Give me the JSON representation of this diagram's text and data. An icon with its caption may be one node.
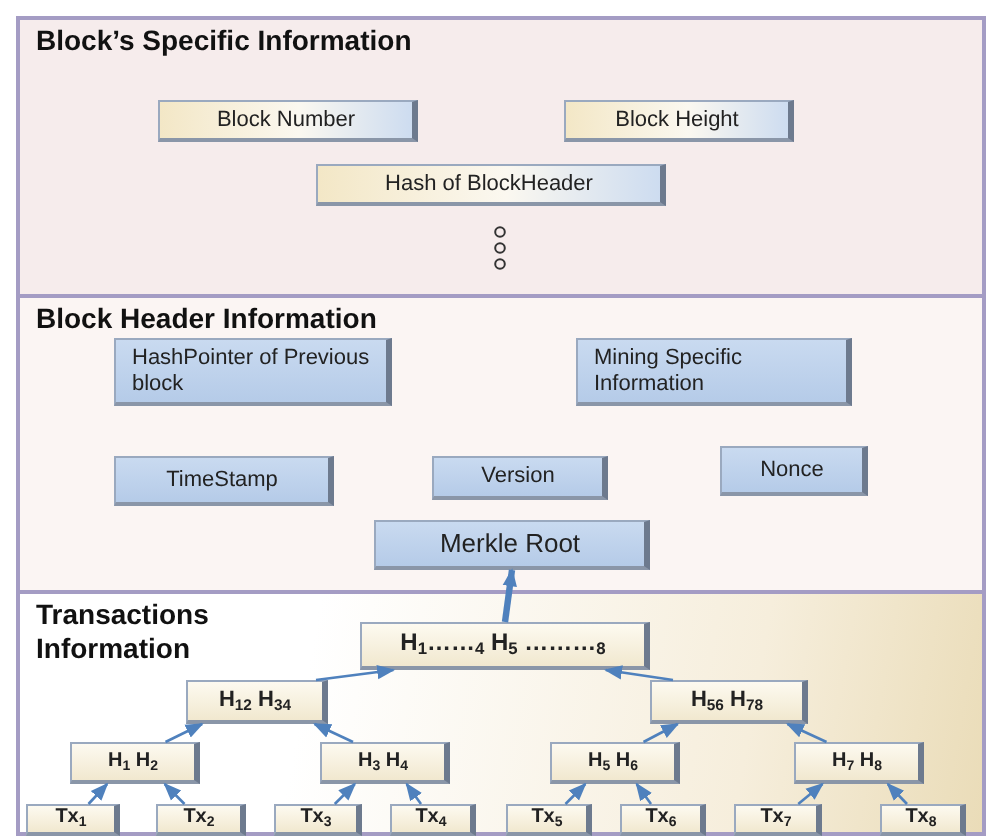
{
  "diagram": {
    "nodes": [
      {
        "text": [
          "Block’s Specific Information"
        ]
      },
      {
        "text": [
          "Block Number"
        ],
        "in": 0
      },
      {
        "text": [
          "Block Height"
        ],
        "in": 0
      },
      {
        "text": [
          "Hash of BlockHeader"
        ],
        "in": 0
      },
      {
        "text": [
          "Block Header Information"
        ]
      },
      {
        "text": [
          "HashPointer of Previous block"
        ],
        "in": 4
      },
      {
        "text": [
          "Mining  Specific Information"
        ],
        "in": 4
      },
      {
        "text": [
          "TimeStamp"
        ],
        "in": 4
      },
      {
        "text": [
          "Version"
        ],
        "in": 4
      },
      {
        "text": [
          "Nonce"
        ],
        "in": 4
      },
      {
        "text": [
          "Merkle Root"
        ],
        "in": 4
      },
      {
        "text": [
          "Transactions Information"
        ]
      },
      {
        "text": [
          "H$_{1}$……$_{4}$ H$_{5}$ ………$_{8}$"
        ],
        "in": 11
      },
      {
        "text": [
          "H$_{12}$ H$_{34}$"
        ],
        "in": 11
      },
      {
        "text": [
          "H$_{56}$ H$_{78}$"
        ],
        "in": 11
      },
      {
        "text": [
          "H$_{1}$ H$_{2}$"
        ],
        "in": 11
      },
      {
        "text": [
          "H$_{3}$ H$_{4}$"
        ],
        "in": 11
      },
      {
        "text": [
          "H$_{5}$ H$_{6}$"
        ],
        "in": 11
      },
      {
        "text": [
          "H$_{7}$ H$_{8}$"
        ],
        "in": 11
      },
      {
        "text": [
          "Tx$_{1}$"
        ],
        "in": 11
      },
      {
        "text": [
          "Tx$_{2}$"
        ],
        "in": 11
      },
      {
        "text": [
          "Tx$_{3}$"
        ],
        "in": 11
      },
      {
        "text": [
          "Tx$_{4}$"
        ],
        "in": 11
      },
      {
        "text": [
          "Tx$_{5}$"
        ],
        "in": 11
      },
      {
        "text": [
          "Tx$_{6}$"
        ],
        "in": 11
      },
      {
        "text": [
          "Tx$_{7}$"
        ],
        "in": 11
      },
      {
        "text": [
          "Tx$_{8}$"
        ],
        "in": 11
      }
    ],
    "edges": [
      {
        "from": 12,
        "to": 10,
        "arrow": "to",
        "style": "thick"
      },
      {
        "from": 13,
        "to": 12,
        "arrow": "to"
      },
      {
        "from": 14,
        "to": 12,
        "arrow": "to"
      },
      {
        "from": 15,
        "to": 13,
        "arrow": "to"
      },
      {
        "from": 16,
        "to": 13,
        "arrow": "to"
      },
      {
        "from": 17,
        "to": 14,
        "arrow": "to"
      },
      {
        "from": 18,
        "to": 14,
        "arrow": "to"
      },
      {
        "from": 19,
        "to": 15,
        "arrow": "to"
      },
      {
        "from": 20,
        "to": 15,
        "arrow": "to"
      },
      {
        "from": 21,
        "to": 16,
        "arrow": "to"
      },
      {
        "from": 22,
        "to": 16,
        "arrow": "to"
      },
      {
        "from": 23,
        "to": 17,
        "arrow": "to"
      },
      {
        "from": 24,
        "to": 17,
        "arrow": "to"
      },
      {
        "from": 25,
        "to": 18,
        "arrow": "to"
      },
      {
        "from": 26,
        "to": 18,
        "arrow": "to"
      }
    ]
  }
}
